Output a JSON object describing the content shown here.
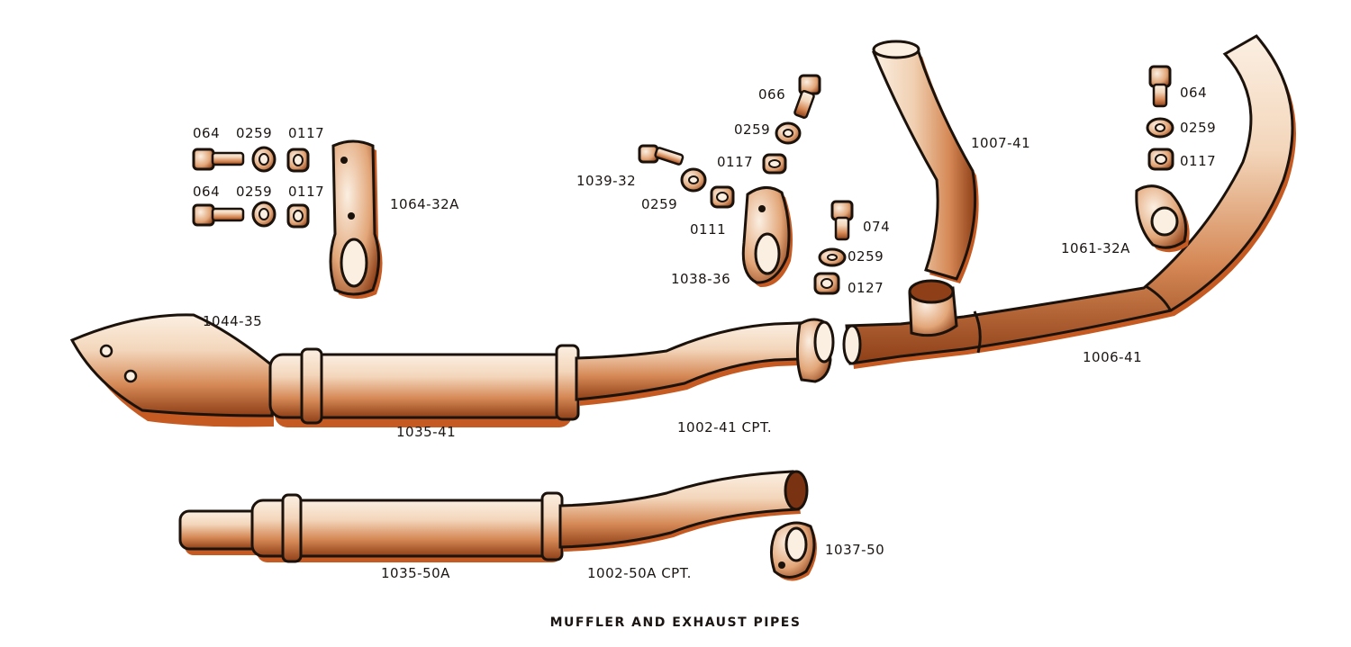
{
  "caption": "MUFFLER AND EXHAUST PIPES",
  "colors": {
    "outline": "#1b120c",
    "shadow": "#c55a22",
    "metal_light": "#fbefe2",
    "metal_mid": "#e9b58c",
    "metal_dark": "#9a4a1e"
  },
  "labels": {
    "l064a": "064",
    "l0259a": "0259",
    "l0117a": "0117",
    "l064b": "064",
    "l0259b": "0259",
    "l0117b": "0117",
    "l1064_32a": "1064-32A",
    "l066": "066",
    "l0259c": "0259",
    "l0117c": "0117",
    "l1039_32": "1039-32",
    "l0259d": "0259",
    "l0111": "0111",
    "l1038_36": "1038-36",
    "l074": "074",
    "l0259e": "0259",
    "l0127": "0127",
    "l1007_41": "1007-41",
    "l064c": "064",
    "l0259f": "0259",
    "l0117d": "0117",
    "l1061_32a": "1061-32A",
    "l1044_35": "1044-35",
    "l1035_41": "1035-41",
    "l1002_41": "1002-41   CPT.",
    "l1006_41": "1006-41",
    "l1035_50a": "1035-50A",
    "l1002_50a": "1002-50A CPT.",
    "l1037_50": "1037-50"
  }
}
